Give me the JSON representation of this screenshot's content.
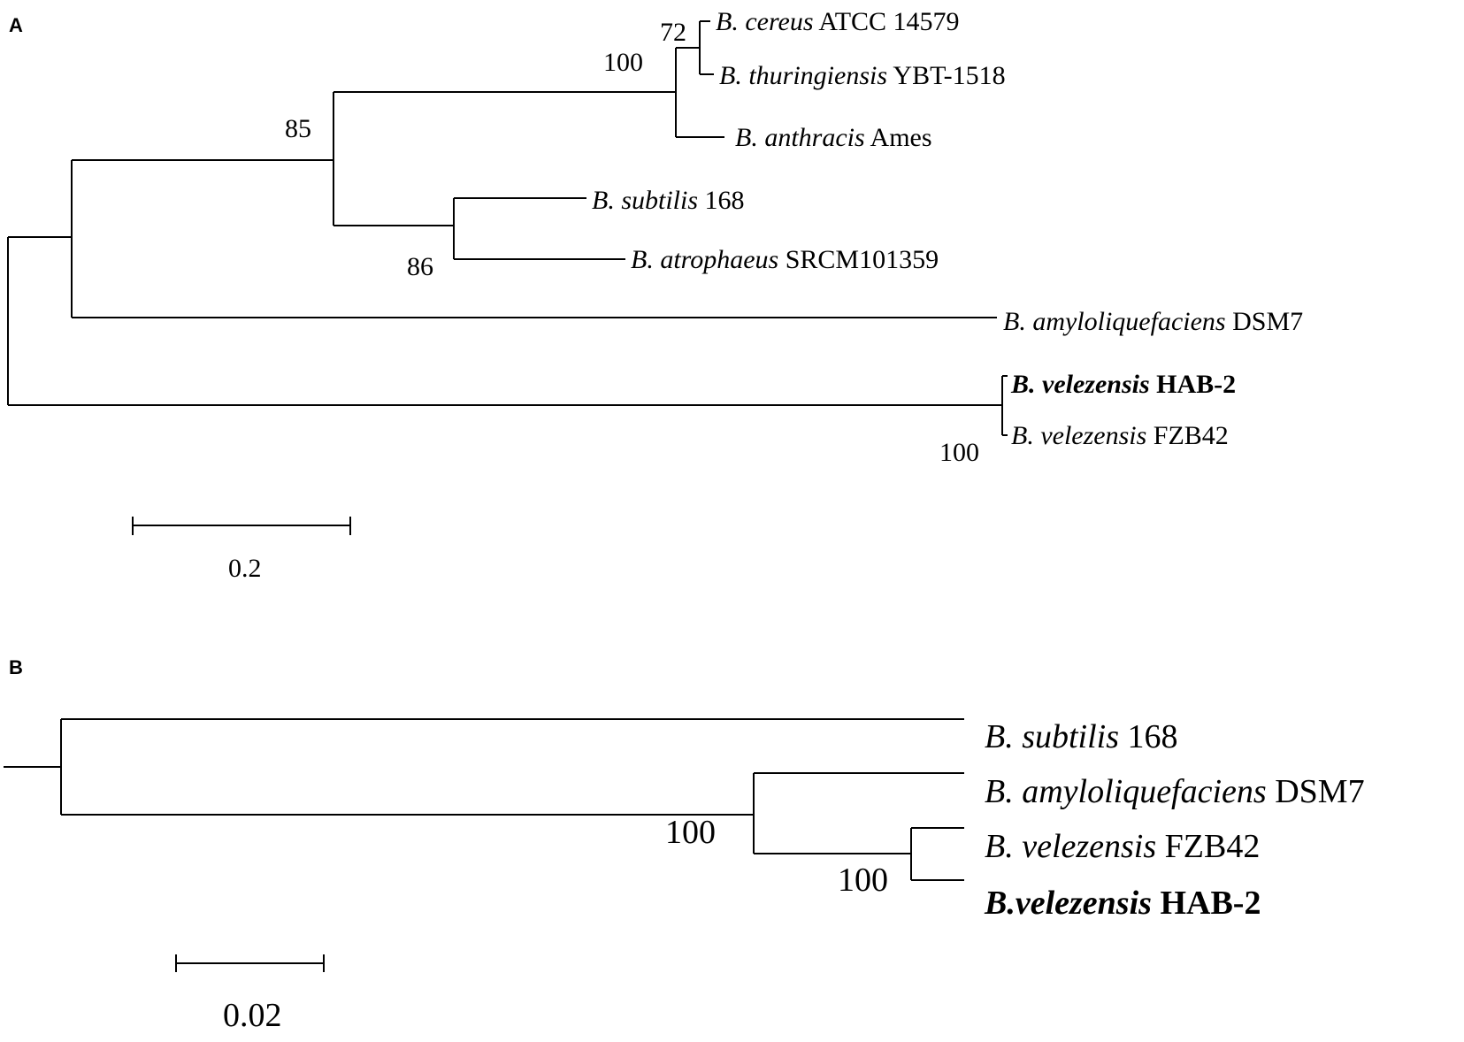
{
  "panel_a": {
    "label": "A",
    "tips": {
      "cereus": {
        "genus": "B. cereus",
        "strain": "ATCC 14579"
      },
      "thuringiensis": {
        "genus": "B. thuringiensis",
        "strain": "YBT-1518"
      },
      "anthracis": {
        "genus": "B. anthracis",
        "strain": "Ames"
      },
      "subtilis": {
        "genus": "B. subtilis",
        "strain": "168"
      },
      "atrophaeus": {
        "genus": "B. atrophaeus",
        "strain": "SRCM101359"
      },
      "amyloliquefaciens": {
        "genus": "B. amyloliquefaciens",
        "strain": "DSM7"
      },
      "velezensis_hab2": {
        "genus": "B. velezensis",
        "strain": "HAB-2"
      },
      "velezensis_fzb42": {
        "genus": "B. velezensis",
        "strain": "FZB42"
      }
    },
    "bootstrap": {
      "cereus_thuringiensis": "72",
      "cereus_group": "100",
      "cereus_subtilis": "85",
      "subtilis_atrophaeus": "86",
      "velezensis": "100"
    },
    "scale_label": "0.2"
  },
  "panel_b": {
    "label": "B",
    "tips": {
      "subtilis": {
        "genus": "B. subtilis",
        "strain": "168"
      },
      "amyloliquefaciens": {
        "genus": "B. amyloliquefaciens",
        "strain": "DSM7"
      },
      "velezensis_fzb42": {
        "genus": "B. velezensis",
        "strain": "FZB42"
      },
      "velezensis_hab2": {
        "genus": "B.velezensis",
        "strain": "HAB-2"
      }
    },
    "bootstrap": {
      "amylo_velezensis": "100",
      "velezensis": "100"
    },
    "scale_label": "0.02"
  }
}
